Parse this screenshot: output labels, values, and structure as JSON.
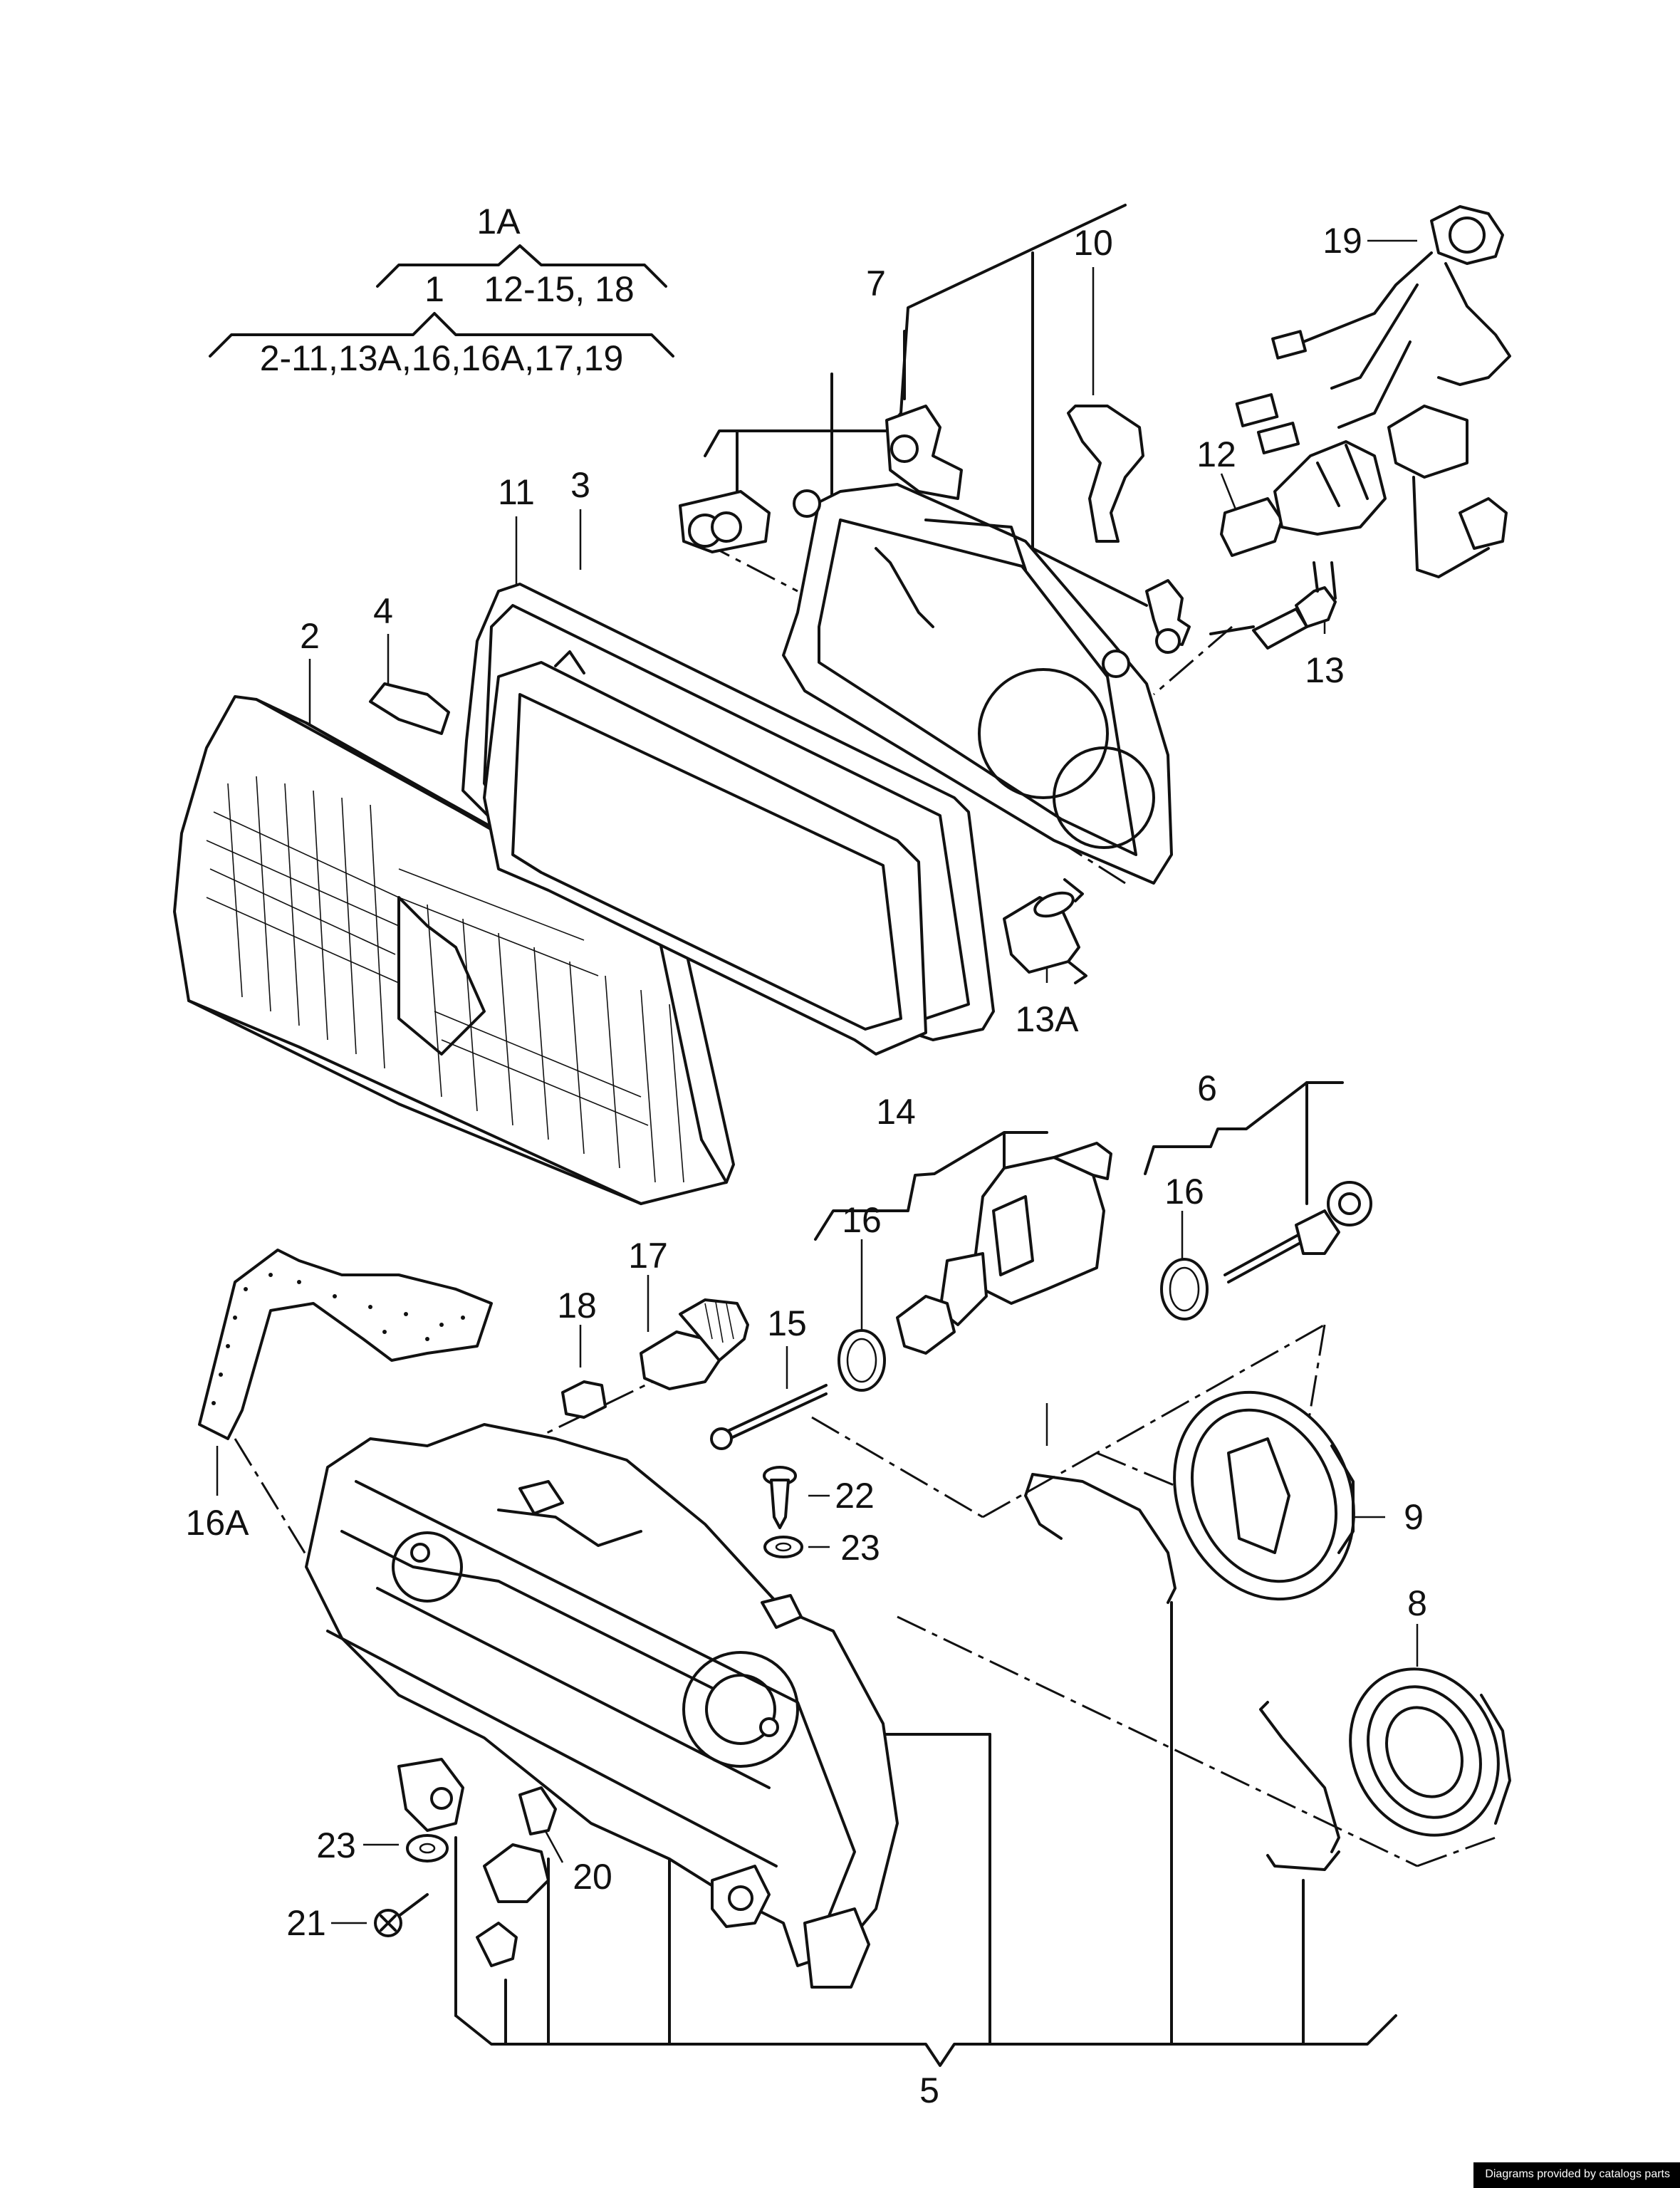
{
  "legend": {
    "top": "1A",
    "mid_left": "1",
    "mid_right": "12-15, 18",
    "bottom": "2-11,13A,16,16A,17,19"
  },
  "callouts": {
    "c1": "7",
    "c2": "10",
    "c3": "19",
    "c4": "12",
    "c5": "13",
    "c6": "11",
    "c7": "3",
    "c8": "2",
    "c9": "4",
    "c10": "13A",
    "c11": "14",
    "c12": "6",
    "c13": "16",
    "c14": "16",
    "c15": "17",
    "c16": "18",
    "c17": "15",
    "c18": "16A",
    "c19": "22",
    "c20": "23",
    "c21": "9",
    "c22": "8",
    "c23": "23",
    "c24": "21",
    "c25": "20",
    "c26": "5"
  },
  "footer": {
    "credit": "Diagrams provided by catalogs parts"
  }
}
